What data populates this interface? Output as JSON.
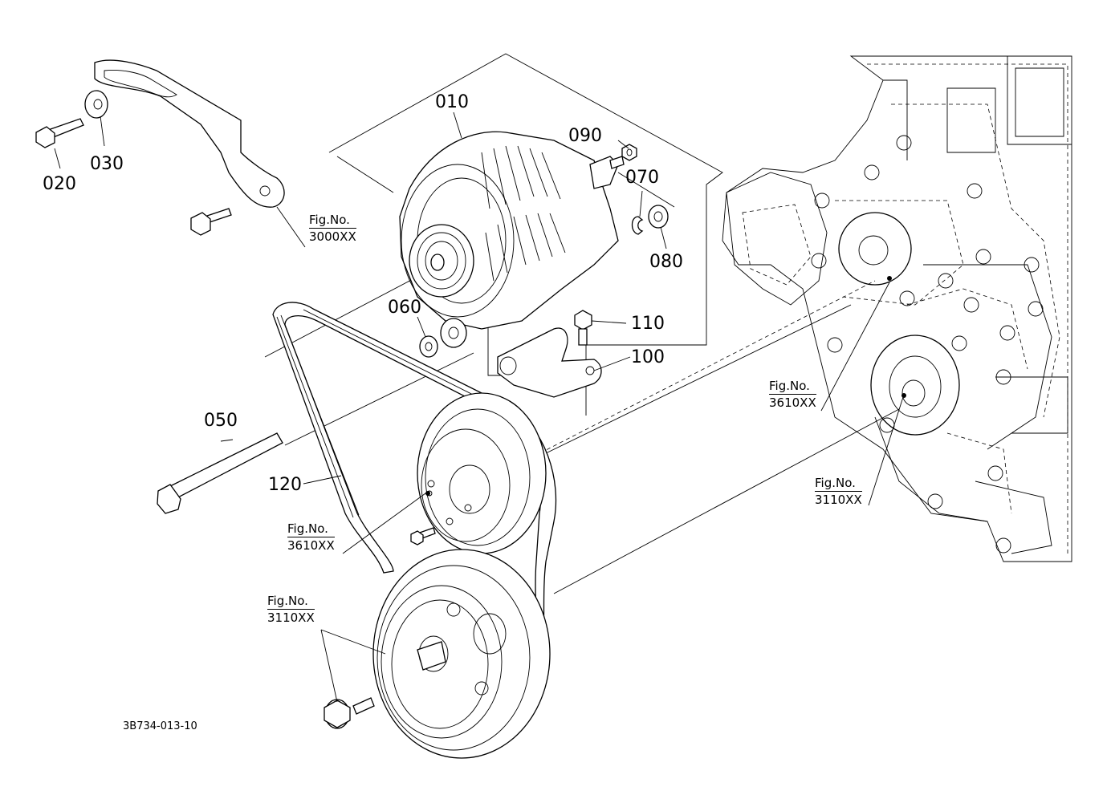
{
  "title": "",
  "drawing_number": "3B734-013-10",
  "callouts": [
    {
      "id": "010"
    },
    {
      "id": "020"
    },
    {
      "id": "030"
    },
    {
      "id": "050"
    },
    {
      "id": "060"
    },
    {
      "id": "070"
    },
    {
      "id": "080"
    },
    {
      "id": "090"
    },
    {
      "id": "100"
    },
    {
      "id": "110"
    },
    {
      "id": "120"
    }
  ],
  "figure_refs": [
    {
      "label": "Fig.No.",
      "number": "3000XX"
    },
    {
      "label": "Fig.No.",
      "number": "3610XX"
    },
    {
      "label": "Fig.No.",
      "number": "3110XX"
    },
    {
      "label": "Fig.No.",
      "number": "3610XX"
    },
    {
      "label": "Fig.No.",
      "number": "3110XX"
    }
  ]
}
